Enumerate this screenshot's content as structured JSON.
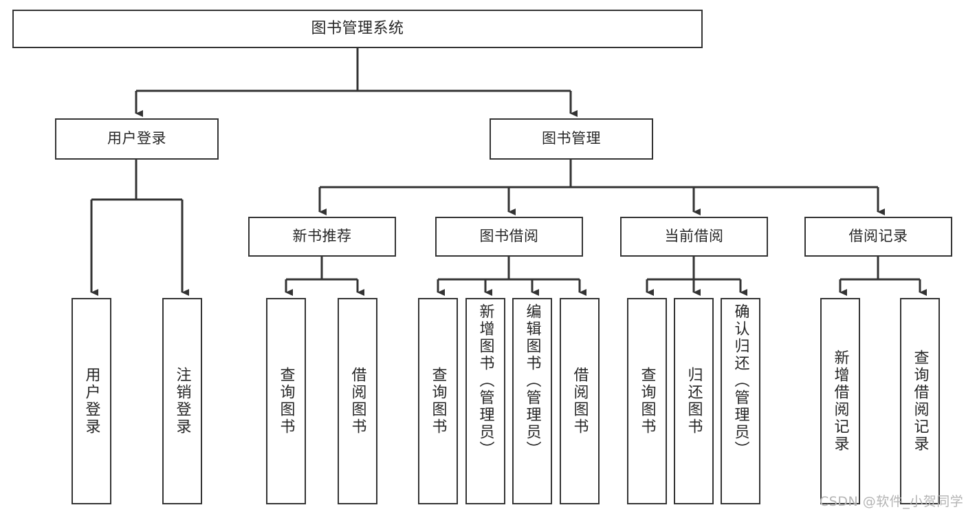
{
  "diagram": {
    "title": "图书管理系统",
    "type": "tree-hierarchy-chart",
    "colors": {
      "box_border": "#333333",
      "box_fill": "#ffffff",
      "connector": "#333333",
      "text": "#262626",
      "watermark": "#b4b4b4"
    },
    "watermark": "CSDN @软件_小贺同学",
    "levels": {
      "root": {
        "label": "图书管理系统"
      },
      "level2": [
        {
          "label": "用户登录"
        },
        {
          "label": "图书管理"
        }
      ],
      "level3": [
        {
          "label": "新书推荐"
        },
        {
          "label": "图书借阅"
        },
        {
          "label": "当前借阅"
        },
        {
          "label": "借阅记录"
        }
      ],
      "leaves": {
        "user_login": [
          {
            "label": "用户登录"
          },
          {
            "label": "注销登录"
          }
        ],
        "new_book_recommend": [
          {
            "label": "查询图书"
          },
          {
            "label": "借阅图书"
          }
        ],
        "book_borrow": [
          {
            "label": "查询图书"
          },
          {
            "label": "新增图书（管理员）"
          },
          {
            "label": "编辑图书（管理员）"
          },
          {
            "label": "借阅图书"
          }
        ],
        "current_borrow": [
          {
            "label": "查询图书"
          },
          {
            "label": "归还图书"
          },
          {
            "label": "确认归还（管理员）"
          }
        ],
        "borrow_record": [
          {
            "label": "新增借阅记录"
          },
          {
            "label": "查询借阅记录"
          }
        ]
      }
    }
  }
}
